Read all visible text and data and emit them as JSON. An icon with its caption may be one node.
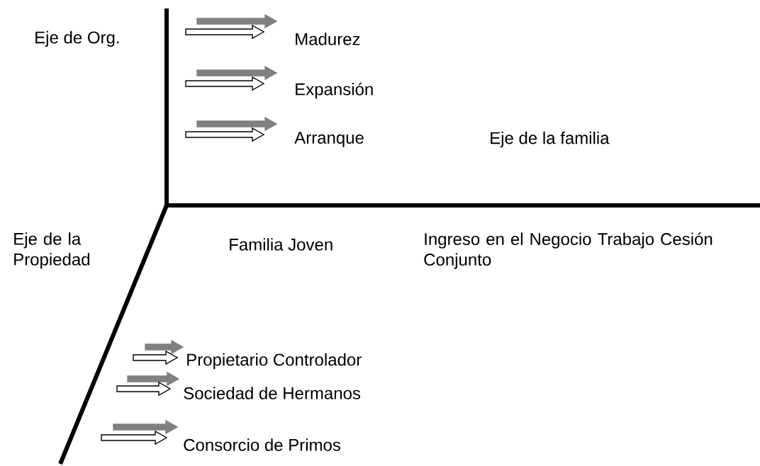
{
  "diagram": {
    "labels": [
      "Eje de Org.",
      "Madurez",
      "Expansión",
      "Arranque",
      "Eje de la familia",
      "Eje de la Propiedad",
      "Familia Joven",
      "Ingreso en el Negocio Trabajo Cesión Conjunto",
      "Propietario Controlador",
      "Sociedad de Hermanos",
      "Consorcio de Primos"
    ]
  }
}
